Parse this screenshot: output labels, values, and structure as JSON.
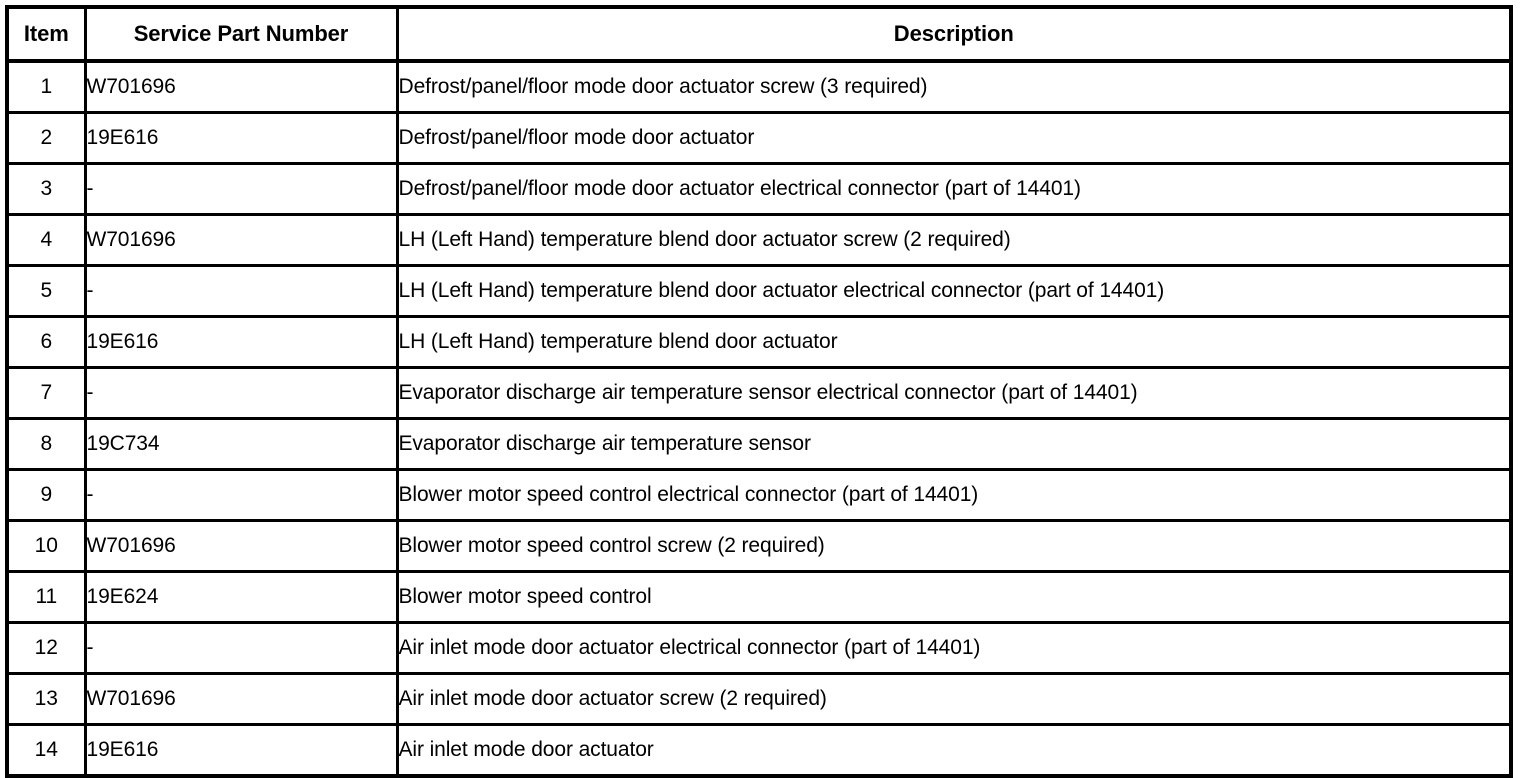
{
  "table": {
    "columns": [
      {
        "key": "item",
        "label": "Item"
      },
      {
        "key": "part",
        "label": "Service Part Number"
      },
      {
        "key": "description",
        "label": "Description"
      }
    ],
    "rows": [
      {
        "item": "1",
        "part": "W701696",
        "description": "Defrost/panel/floor mode door actuator screw (3 required)"
      },
      {
        "item": "2",
        "part": "19E616",
        "description": "Defrost/panel/floor mode door actuator"
      },
      {
        "item": "3",
        "part": "-",
        "description": "Defrost/panel/floor mode door actuator electrical connector (part of 14401)"
      },
      {
        "item": "4",
        "part": "W701696",
        "description": "LH (Left Hand) temperature blend door actuator screw (2 required)"
      },
      {
        "item": "5",
        "part": "-",
        "description": "LH (Left Hand) temperature blend door actuator electrical connector (part of 14401)"
      },
      {
        "item": "6",
        "part": "19E616",
        "description": "LH (Left Hand) temperature blend door actuator"
      },
      {
        "item": "7",
        "part": "-",
        "description": "Evaporator discharge air temperature sensor electrical connector (part of 14401)"
      },
      {
        "item": "8",
        "part": "19C734",
        "description": "Evaporator discharge air temperature sensor"
      },
      {
        "item": "9",
        "part": "-",
        "description": "Blower motor speed control electrical connector (part of 14401)"
      },
      {
        "item": "10",
        "part": "W701696",
        "description": "Blower motor speed control screw (2 required)"
      },
      {
        "item": "11",
        "part": "19E624",
        "description": "Blower motor speed control"
      },
      {
        "item": "12",
        "part": "-",
        "description": "Air inlet mode door actuator electrical connector (part of 14401)"
      },
      {
        "item": "13",
        "part": "W701696",
        "description": "Air inlet mode door actuator screw (2 required)"
      },
      {
        "item": "14",
        "part": "19E616",
        "description": "Air inlet mode door actuator"
      }
    ]
  },
  "colors": {
    "border": "#000000",
    "text": "#000000",
    "background": "#ffffff"
  }
}
